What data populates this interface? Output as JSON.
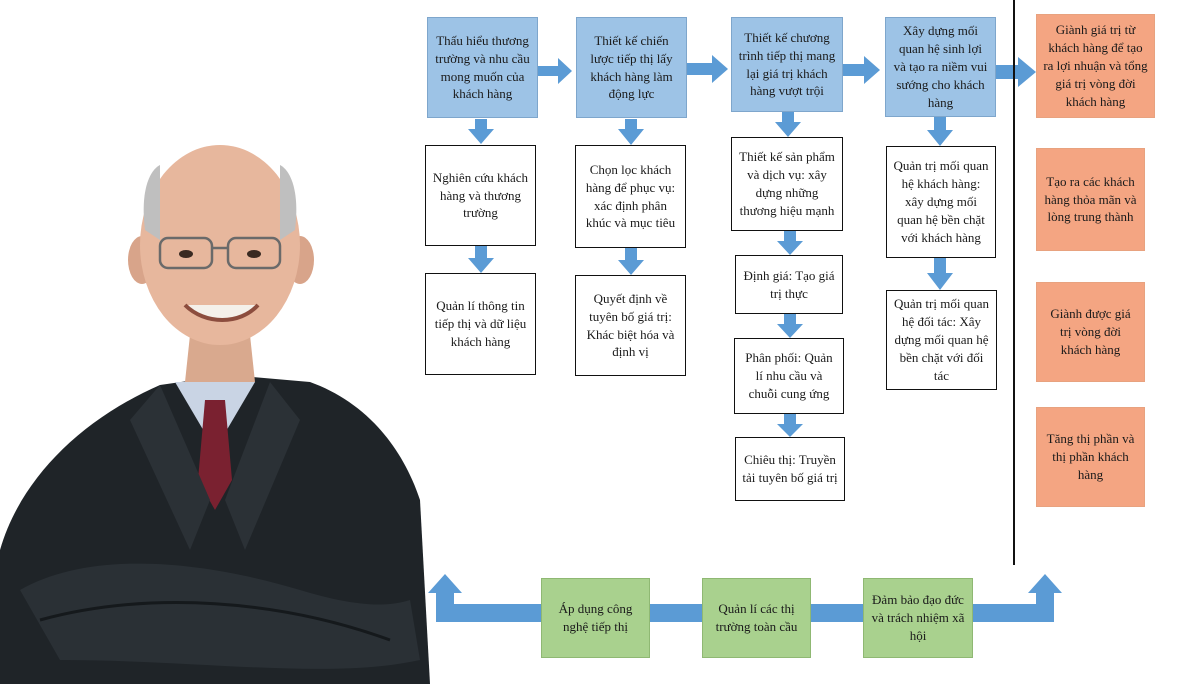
{
  "colors": {
    "blue": "#9dc3e6",
    "orange": "#f4a582",
    "green": "#a9d18e",
    "arrow": "#5b9bd5"
  },
  "photo": {
    "icon": "portrait-photo"
  },
  "top_row": [
    "Thấu hiểu thương trường và nhu cầu mong muốn của khách hàng",
    "Thiết kế chiến lược tiếp thị lấy khách hàng làm động lực",
    "Thiết kế chương trình tiếp thị mang lại giá trị khách hàng vượt trội",
    "Xây dựng mối quan hệ sinh lợi và tạo ra niềm vui sướng cho khách hàng"
  ],
  "col1": [
    "Nghiên cứu khách hàng và thương trường",
    "Quản lí thông tin tiếp thị và dữ liệu khách hàng"
  ],
  "col2": [
    "Chọn lọc khách hàng để phục vụ: xác định phân khúc và mục tiêu",
    "Quyết định về tuyên bố giá trị: Khác biệt hóa và định vị"
  ],
  "col3": [
    "Thiết kế sản phẩm và dịch vụ: xây dựng những thương hiệu mạnh",
    "Định giá: Tạo giá trị thực",
    "Phân phối: Quản lí nhu cầu và chuỗi cung ứng",
    "Chiêu thị: Truyền tải tuyên bố giá trị"
  ],
  "col4": [
    "Quản trị mối quan hệ khách hàng: xây dựng mối quan hệ bền chặt với khách hàng",
    "Quản trị mối quan hệ đối tác: Xây dựng mối quan hệ bền chặt với đối tác"
  ],
  "outcomes": [
    "Giành giá trị từ khách hàng để tạo ra lợi nhuận và tổng giá trị vòng đời khách hàng",
    "Tạo ra các khách hàng thỏa mãn và lòng trung thành",
    "Giành được giá trị vòng đời khách hàng",
    "Tăng thị phần và thị phần khách hàng"
  ],
  "bottom": [
    "Áp dụng công nghệ tiếp thị",
    "Quản lí các thị trường toàn cầu",
    "Đảm bảo đạo đức và trách nhiệm xã hội"
  ]
}
